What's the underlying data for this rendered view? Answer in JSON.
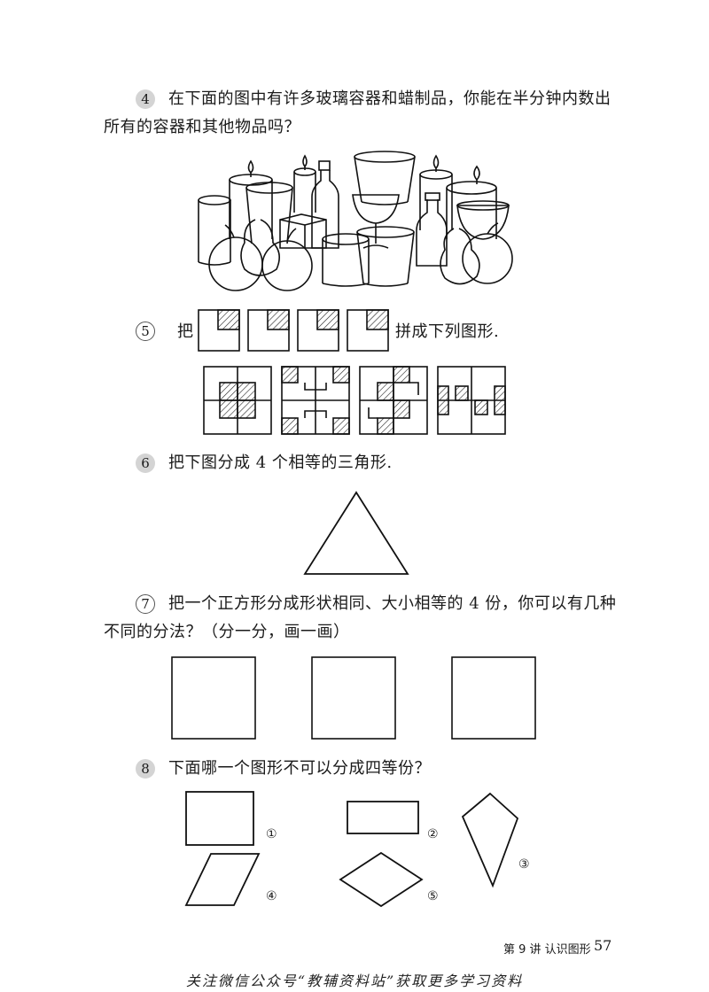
{
  "q4": {
    "num": "4",
    "line1": "在下面的图中有许多玻璃容器和蜡制品，你能在半分钟内数出",
    "line2": "所有的容器和其他物品吗？"
  },
  "q5": {
    "num": "5",
    "pre": "把",
    "post": "拼成下列图形."
  },
  "q6": {
    "num": "6",
    "text": "把下图分成 4 个相等的三角形."
  },
  "q7": {
    "num": "7",
    "line1": "把一个正方形分成形状相同、大小相等的 4 份，你可以有几种",
    "line2": "不同的分法？（分一分，画一画）"
  },
  "q8": {
    "num": "8",
    "text": "下面哪一个图形不可以分成四等份？",
    "labels": [
      "①",
      "②",
      "③",
      "④",
      "⑤"
    ]
  },
  "footer": {
    "chapter": "第 9 讲   认识图形",
    "page": "57"
  },
  "banner": "关注微信公众号“教辅资料站”获取更多学习资料"
}
